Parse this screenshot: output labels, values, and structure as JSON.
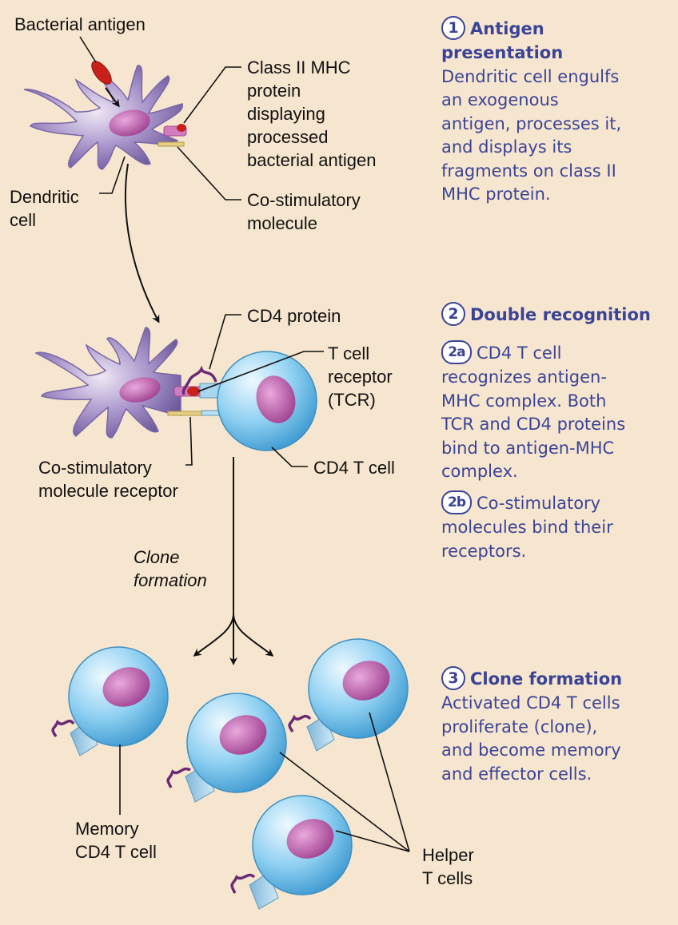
{
  "labels": {
    "bacterial_antigen": "Bacterial antigen",
    "class2_mhc": "Class II MHC\nprotein\ndisplaying\nprocessed\nbacterial antigen",
    "dendritic_cell": "Dendritic\ncell",
    "costim_molecule": "Co-stimulatory\nmolecule",
    "cd4_protein": "CD4 protein",
    "tcr": "T cell\nreceptor\n(TCR)",
    "costim_receptor": "Co-stimulatory\nmolecule receptor",
    "cd4_t_cell": "CD4 T cell",
    "clone_formation": "Clone\nformation",
    "memory_cell": "Memory\nCD4 T cell",
    "helper_cells": "Helper\nT cells"
  },
  "steps": [
    {
      "number": "1",
      "title": "Antigen\npresentation",
      "body": "Dendritic cell engulfs\nan exogenous\nantigen, processes it,\nand displays its\nfragments on class II\nMHC protein."
    },
    {
      "number": "2",
      "title": "Double recognition"
    },
    {
      "number": "2a",
      "body": "CD4 T cell\nrecognizes antigen-\nMHC complex. Both\nTCR and CD4 proteins\nbind to antigen-MHC\ncomplex."
    },
    {
      "number": "2b",
      "body": "Co-stimulatory\nmolecules bind their\nreceptors."
    },
    {
      "number": "3",
      "title": "Clone formation",
      "body": "Activated CD4 T cells\nproliferate (clone),\nand become memory\nand effector cells."
    }
  ],
  "colors": {
    "background": "#f7e6cf",
    "step_text": "#3b4396",
    "dendritic": "#8f7ab8",
    "t_cell": "#6bbbe6",
    "nucleus": "#b45aa3",
    "antigen": "#c8211c"
  }
}
